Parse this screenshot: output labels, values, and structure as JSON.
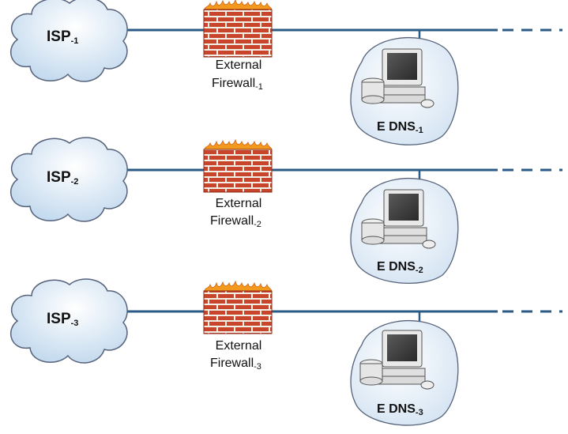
{
  "rows": [
    {
      "isp": {
        "label": "ISP",
        "sub": "-1"
      },
      "firewall": {
        "line1": "External",
        "line2": "Firewall",
        "sub": "-1"
      },
      "dns": {
        "label": "E DNS",
        "sub": "-1"
      }
    },
    {
      "isp": {
        "label": "ISP",
        "sub": "-2"
      },
      "firewall": {
        "line1": "External",
        "line2": "Firewall",
        "sub": "-2"
      },
      "dns": {
        "label": "E DNS",
        "sub": "-2"
      }
    },
    {
      "isp": {
        "label": "ISP",
        "sub": "-3"
      },
      "firewall": {
        "line1": "External",
        "line2": "Firewall",
        "sub": "-3"
      },
      "dns": {
        "label": "E DNS",
        "sub": "-3"
      }
    }
  ],
  "colors": {
    "network_line": "#2b5b84",
    "cloud_fill": "#dcebf7",
    "cloud_stroke": "#55627a",
    "brick": "#c8452c",
    "mortar": "#f2efe7",
    "flame": "#f39a1e",
    "blob_fill": "#e6eff8"
  },
  "icons": [
    "cloud-icon",
    "firewall-icon",
    "computer-server-icon"
  ]
}
